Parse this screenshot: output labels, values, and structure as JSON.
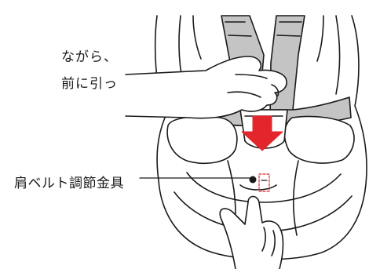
{
  "instruction": {
    "line1": "ながら、",
    "line2": "前に引っ"
  },
  "callout": {
    "label": "肩ベルト調節金具"
  },
  "colors": {
    "arrow": "#e3262b",
    "belt": "#c4c4c4",
    "outline": "#1a1a1a",
    "seat": "#ffffff"
  },
  "icons": {
    "arrow": "down-arrow-icon",
    "adjuster": "adjuster-marker-icon"
  }
}
